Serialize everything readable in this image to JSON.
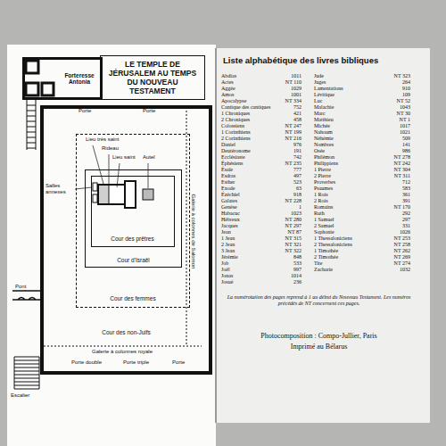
{
  "diagram": {
    "title": "LE TEMPLE DE JÉRUSALEM AU TEMPS DU NOUVEAU TESTAMENT",
    "nodes": [
      {
        "text": [
          "Forteresse Antonia"
        ]
      },
      {
        "text": [
          "Cour des non-Juifs"
        ]
      },
      {
        "text": [
          "Cour des femmes"
        ],
        "in": 1
      },
      {
        "text": [
          "Cour d'Israël"
        ],
        "in": 2
      },
      {
        "text": [
          "Cour des prêtres"
        ],
        "in": 3
      }
    ],
    "labels": [
      "Porte",
      "Porte",
      "Lieu très saint",
      "Rideau",
      "Lieu saint",
      "Autel",
      "Salles annexes",
      "Galerie à colonnes de Salomon",
      "Pont",
      "Escalier",
      "Galerie à colonnes royale",
      "Porte double",
      "Porte triple",
      "Porte",
      "Liste alphabétique des livres bibliques",
      "Abdias",
      "1011",
      "Actes",
      "NT 110",
      "Aggée",
      "1029",
      "Amos",
      "1001",
      "Apocalypse",
      "NT 334",
      "Cantique des cantiques",
      "752",
      "1 Chroniques",
      "421",
      "2 Chroniques",
      "458",
      "Colossiens",
      "NT 247",
      "1 Corinthiens",
      "NT 199",
      "2 Corinthiens",
      "NT 216",
      "Daniel",
      "976",
      "Deutéronome",
      "191",
      "Ecclésiaste",
      "742",
      "Éphésiens",
      "NT 235",
      "Ésaïe",
      "777",
      "Esdras",
      "497",
      "Esther",
      "523",
      "Exode",
      "63",
      "Ézéchiel",
      "918",
      "Galates",
      "NT 228",
      "Genèse",
      "1",
      "Habacuc",
      "1023",
      "Hébreux",
      "NT 280",
      "Jacques",
      "NT 297",
      "Jean",
      "NT 87",
      "1 Jean",
      "NT 315",
      "2 Jean",
      "NT 321",
      "3 Jean",
      "NT 322",
      "Jérémie",
      "848",
      "Job",
      "533",
      "Joël",
      "997",
      "Jonas",
      "1014",
      "Josué",
      "236",
      "Jude",
      "NT 323",
      "Juges",
      "264",
      "Lamentations",
      "910",
      "Lévitique",
      "109",
      "Luc",
      "NT 52",
      "Malachie",
      "1043",
      "Marc",
      "NT 30",
      "Matthieu",
      "NT 1",
      "Michée",
      "1017",
      "Nahoum",
      "1021",
      "Néhémie",
      "509",
      "Nombres",
      "141",
      "Osée",
      "986",
      "Philémon",
      "NT 278",
      "Philippiens",
      "NT 242",
      "1 Pierre",
      "NT 304",
      "2 Pierre",
      "NT 311",
      "Proverbes",
      "712",
      "Psaumes",
      "583",
      "1 Rois",
      "361",
      "2 Rois",
      "391",
      "Romains",
      "NT 170",
      "Ruth",
      "292",
      "1 Samuel",
      "297",
      "2 Samuel",
      "331",
      "Sophonie",
      "1026",
      "1 Thessaloniciens",
      "NT 253",
      "2 Thessaloniciens",
      "NT 258",
      "1 Timothée",
      "NT 262",
      "2 Timothée",
      "NT 269",
      "Tite",
      "NT 274",
      "Zacharie",
      "1032",
      "La numérotation des pages reprend à 1 au début du Nouveau Testament. Les numéros précédés de NT concernent ces pages.",
      "Photocomposition : Compo-Jullier, Paris",
      "Imprimé au Bélarus"
    ]
  }
}
